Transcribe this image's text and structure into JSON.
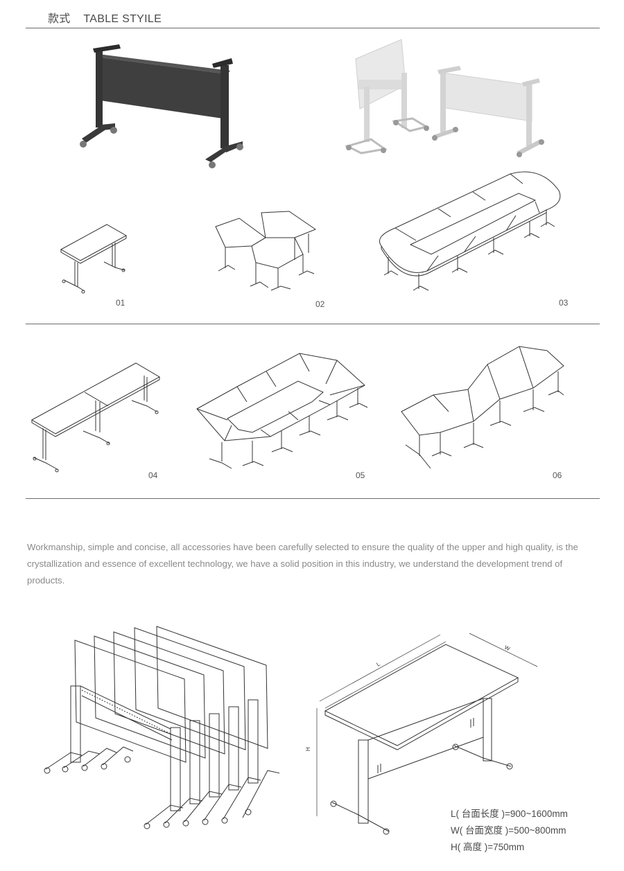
{
  "header": {
    "cn": "款式",
    "en": "TABLE STYILE"
  },
  "styles": [
    {
      "num": "01"
    },
    {
      "num": "02"
    },
    {
      "num": "03"
    },
    {
      "num": "04"
    },
    {
      "num": "05"
    },
    {
      "num": "06"
    }
  ],
  "description": "Workmanship, simple and concise, all accessories have been carefully selected to ensure the quality of the upper and high quality, is the crystallization and essence of excellent technology, we have a solid position in this industry, we understand the development trend of products.",
  "specs": {
    "length": "L( 台面长度 )=900~1600mm",
    "width": "W( 台面宽度 )=500~800mm",
    "height": "H( 高度 )=750mm"
  },
  "dimension_labels": {
    "L": "L",
    "W": "W",
    "H": "H"
  }
}
